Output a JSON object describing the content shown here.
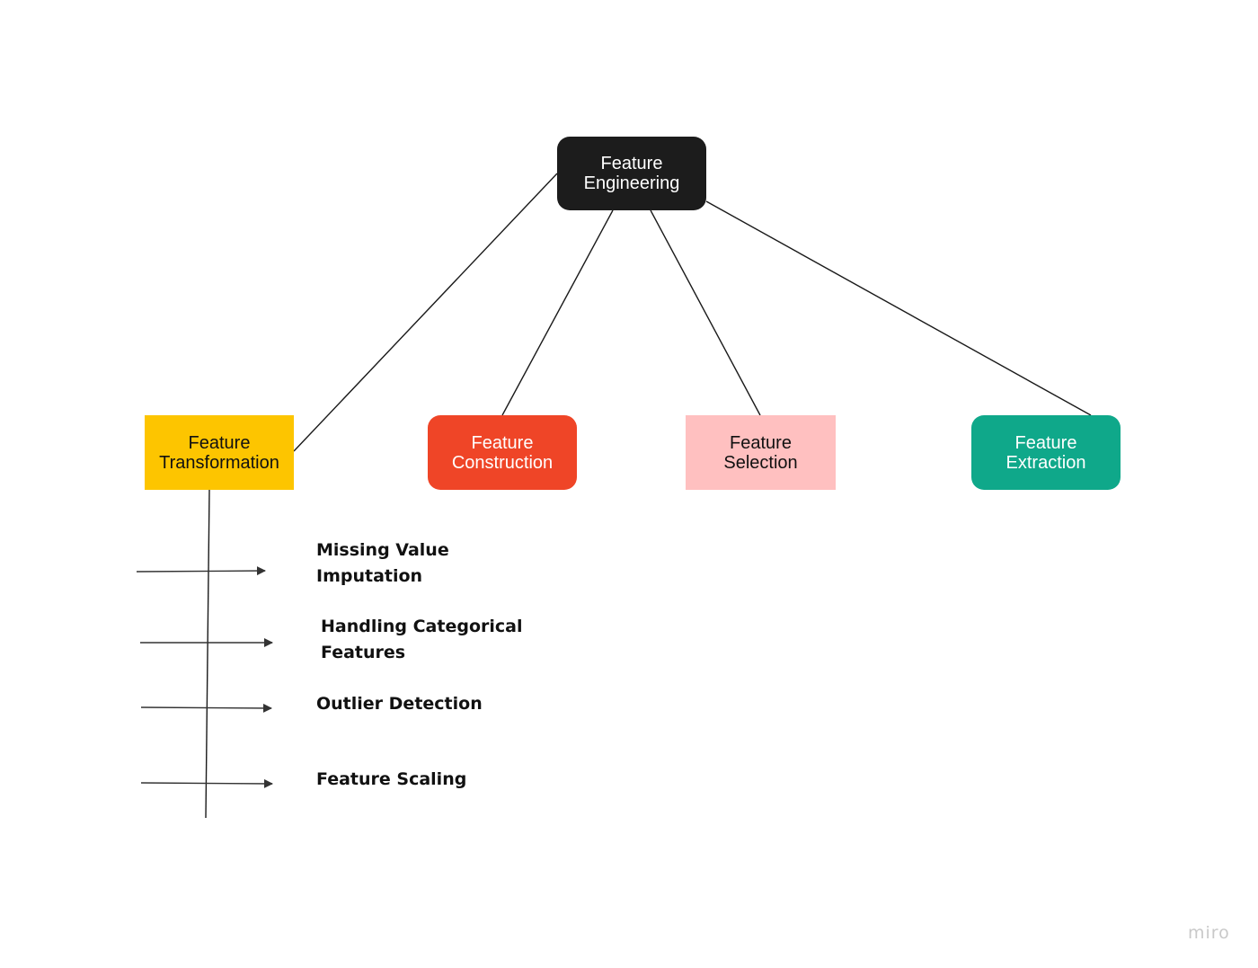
{
  "diagram": {
    "root": {
      "label": "Feature\nEngineering",
      "color": "#1c1c1c"
    },
    "children": [
      {
        "label": "Feature\nTransformation",
        "color": "#fdc500"
      },
      {
        "label": "Feature\nConstruction",
        "color": "#ef4527"
      },
      {
        "label": "Feature\nSelection",
        "color": "#ffc0c0"
      },
      {
        "label": "Feature\nExtraction",
        "color": "#0fa88a"
      }
    ],
    "transformation_items": [
      {
        "label": "Missing Value\nImputation"
      },
      {
        "label": "Handling Categorical\nFeatures"
      },
      {
        "label": "Outlier Detection"
      },
      {
        "label": "Feature Scaling"
      }
    ]
  },
  "watermark": "miro",
  "colors": {
    "line": "#1a1a1a",
    "arrow": "#333333",
    "background": "#ffffff",
    "watermark": "#c9c9c9"
  }
}
